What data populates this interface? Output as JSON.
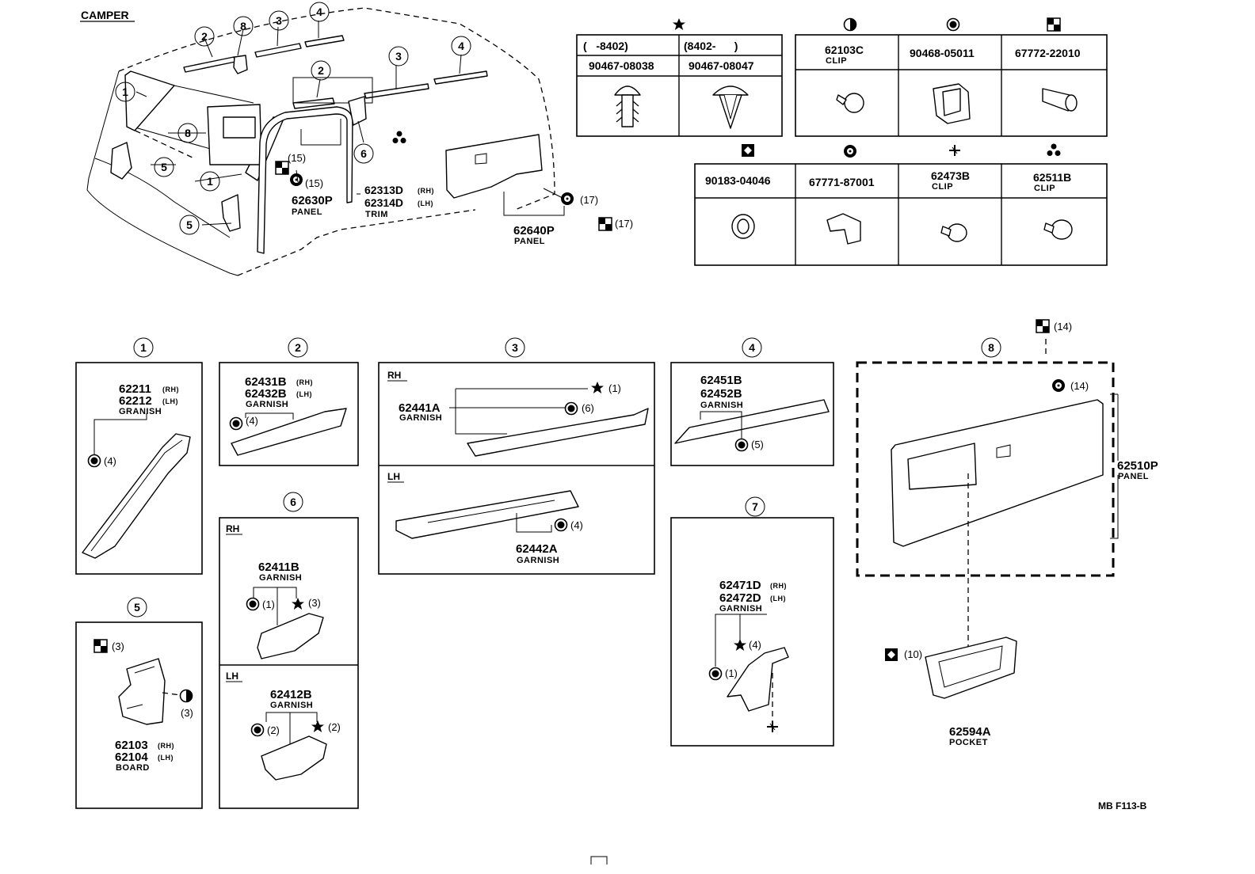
{
  "header": {
    "title": "CAMPER",
    "code": "MB F113-B"
  },
  "fastener_table": {
    "star": {
      "col1_range": "(   -8402)",
      "col2_range": "(8402-      )",
      "col1_part": "90467-08038",
      "col2_part": "90467-08047"
    },
    "half": {
      "part": "62103C",
      "desc": "CLIP"
    },
    "dot": {
      "part": "90468-05011"
    },
    "checker": {
      "part": "67772-22010"
    },
    "diamond": {
      "part": "90183-04046"
    },
    "ring": {
      "part": "67771-87001"
    },
    "cross": {
      "part": "62473B",
      "desc": "CLIP"
    },
    "tri": {
      "part": "62511B",
      "desc": "CLIP"
    }
  },
  "overview": {
    "callouts": [
      "1",
      "2",
      "3",
      "4",
      "5",
      "6",
      "8"
    ],
    "q15a": "(15)",
    "q15b": "(15)",
    "q17a": "(17)",
    "q17b": "(17)",
    "p62630": "62630P",
    "p62630_desc": "PANEL",
    "p62313": "62313D",
    "p62314": "62314D",
    "trim": "TRIM",
    "p62640": "62640P",
    "p62640_desc": "PANEL",
    "rh": "(RH)",
    "lh": "(LH)"
  },
  "groups": {
    "g1": {
      "no": "1",
      "p1": "62211",
      "p2": "62212",
      "desc": "GRANISH",
      "q": "(4)"
    },
    "g2": {
      "no": "2",
      "p1": "62431B",
      "p2": "62432B",
      "desc": "GARNISH",
      "q": "(4)"
    },
    "g3": {
      "no": "3",
      "rh": "RH",
      "lh": "LH",
      "p1": "62441A",
      "desc1": "GARNISH",
      "qs": "(1)",
      "qd": "(6)",
      "p2": "62442A",
      "desc2": "GARNISH",
      "q2": "(4)"
    },
    "g4": {
      "no": "4",
      "p1": "62451B",
      "p2": "62452B",
      "desc": "GARNISH",
      "q": "(5)"
    },
    "g5": {
      "no": "5",
      "qc": "(3)",
      "qh": "(3)",
      "p1": "62103",
      "p2": "62104",
      "desc": "BOARD"
    },
    "g6": {
      "no": "6",
      "rh": "RH",
      "lh": "LH",
      "p1": "62411B",
      "desc1": "GARNISH",
      "q1d": "(1)",
      "q1s": "(3)",
      "p2": "62412B",
      "desc2": "GARNISH",
      "q2d": "(2)",
      "q2s": "(2)"
    },
    "g7": {
      "no": "7",
      "p1": "62471D",
      "p2": "62472D",
      "desc": "GARNISH",
      "qs": "(4)",
      "qd": "(1)"
    },
    "g8": {
      "no": "8",
      "qc": "(14)",
      "qr": "(14)",
      "p1": "62510P",
      "desc1": "PANEL",
      "qdm": "(10)",
      "p2": "62594A",
      "desc2": "POCKET"
    }
  }
}
